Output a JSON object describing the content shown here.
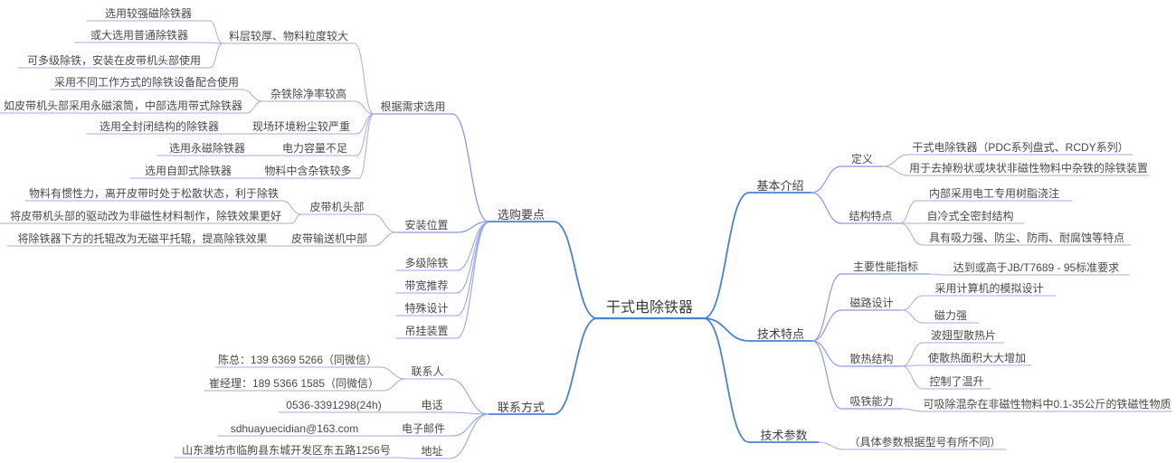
{
  "palette": {
    "background": "#ffffff",
    "text": "#4a4a4a",
    "branch_main": "#4a82d2",
    "branch_sub": "#8d9ade",
    "branch_sub2": "#97a5e4",
    "branch_pink": "#c2a6da",
    "branch_leaf": "#b3a7e2"
  },
  "map": {
    "root": "干式电除铁器",
    "left": [
      {
        "label": "选购要点",
        "children": [
          {
            "label": "根据需求选用",
            "children": [
              {
                "label": "料层较厚、物料粒度较大",
                "children": [
                  {
                    "label": "选用较强磁除铁器"
                  },
                  {
                    "label": "或大选用普通除铁器"
                  },
                  {
                    "label": "可多级除铁，安装在皮带机头部使用"
                  }
                ]
              },
              {
                "label": "杂铁除净率较高",
                "children": [
                  {
                    "label": "采用不同工作方式的除铁设备配合使用"
                  },
                  {
                    "label": "如皮带机头部采用永磁滚筒，中部选用带式除铁器"
                  }
                ]
              },
              {
                "label": "现场环境粉尘较严重",
                "children": [
                  {
                    "label": "选用全封闭结构的除铁器"
                  }
                ]
              },
              {
                "label": "电力容量不足",
                "children": [
                  {
                    "label": "选用永磁除铁器"
                  }
                ]
              },
              {
                "label": "物料中含杂铁较多",
                "children": [
                  {
                    "label": "选用自卸式除铁器"
                  }
                ]
              }
            ]
          },
          {
            "label": "安装位置",
            "children": [
              {
                "label": "皮带机头部",
                "children": [
                  {
                    "label": "物料有惯性力，离开皮带时处于松散状态，利于除铁"
                  },
                  {
                    "label": "将皮带机头部的驱动改为非磁性材料制作，除铁效果更好"
                  }
                ]
              },
              {
                "label": "皮带输送机中部",
                "children": [
                  {
                    "label": "将除铁器下方的托辊改为无磁平托辊，提高除铁效果"
                  }
                ]
              }
            ]
          },
          {
            "label": "多级除铁"
          },
          {
            "label": "带宽推荐"
          },
          {
            "label": "特殊设计"
          },
          {
            "label": "吊挂装置"
          }
        ]
      },
      {
        "label": "联系方式",
        "children": [
          {
            "label": "联系人",
            "children": [
              {
                "label": "陈总：139 6369 5266（同微信）"
              },
              {
                "label": "崔经理：189 5366 1585（同微信）"
              }
            ]
          },
          {
            "label": "电话",
            "children": [
              {
                "label": "0536-3391298(24h)"
              }
            ]
          },
          {
            "label": "电子邮件",
            "children": [
              {
                "label": "sdhuayuecidian@163.com"
              }
            ]
          },
          {
            "label": "地址",
            "children": [
              {
                "label": "山东潍坊市临朐县东城开发区东五路1256号"
              }
            ]
          }
        ]
      }
    ],
    "right": [
      {
        "label": "基本介绍",
        "children": [
          {
            "label": "定义",
            "children": [
              {
                "label": "干式电除铁器（PDC系列盘式、RCDY系列）"
              },
              {
                "label": "用于去掉粉状或块状非磁性物料中杂铁的除铁装置"
              }
            ]
          },
          {
            "label": "结构特点",
            "children": [
              {
                "label": "内部采用电工专用树脂浇注"
              },
              {
                "label": "自冷式全密封结构"
              },
              {
                "label": "具有吸力强、防尘、防雨、耐腐蚀等特点"
              }
            ]
          }
        ]
      },
      {
        "label": "技术特点",
        "children": [
          {
            "label": "主要性能指标",
            "children": [
              {
                "label": "达到或高于JB/T7689 - 95标准要求"
              }
            ]
          },
          {
            "label": "磁路设计",
            "children": [
              {
                "label": "采用计算机的模拟设计"
              },
              {
                "label": "磁力强"
              }
            ]
          },
          {
            "label": "散热结构",
            "children": [
              {
                "label": "波翅型散热片"
              },
              {
                "label": "使散热面积大大增加"
              },
              {
                "label": "控制了温升"
              }
            ]
          },
          {
            "label": "吸铁能力",
            "children": [
              {
                "label": "可吸除混杂在非磁性物料中0.1-35公斤的铁磁性物质"
              }
            ]
          }
        ]
      },
      {
        "label": "技术参数",
        "children": [
          {
            "label": "（具体参数根据型号有所不同）"
          }
        ]
      }
    ]
  }
}
